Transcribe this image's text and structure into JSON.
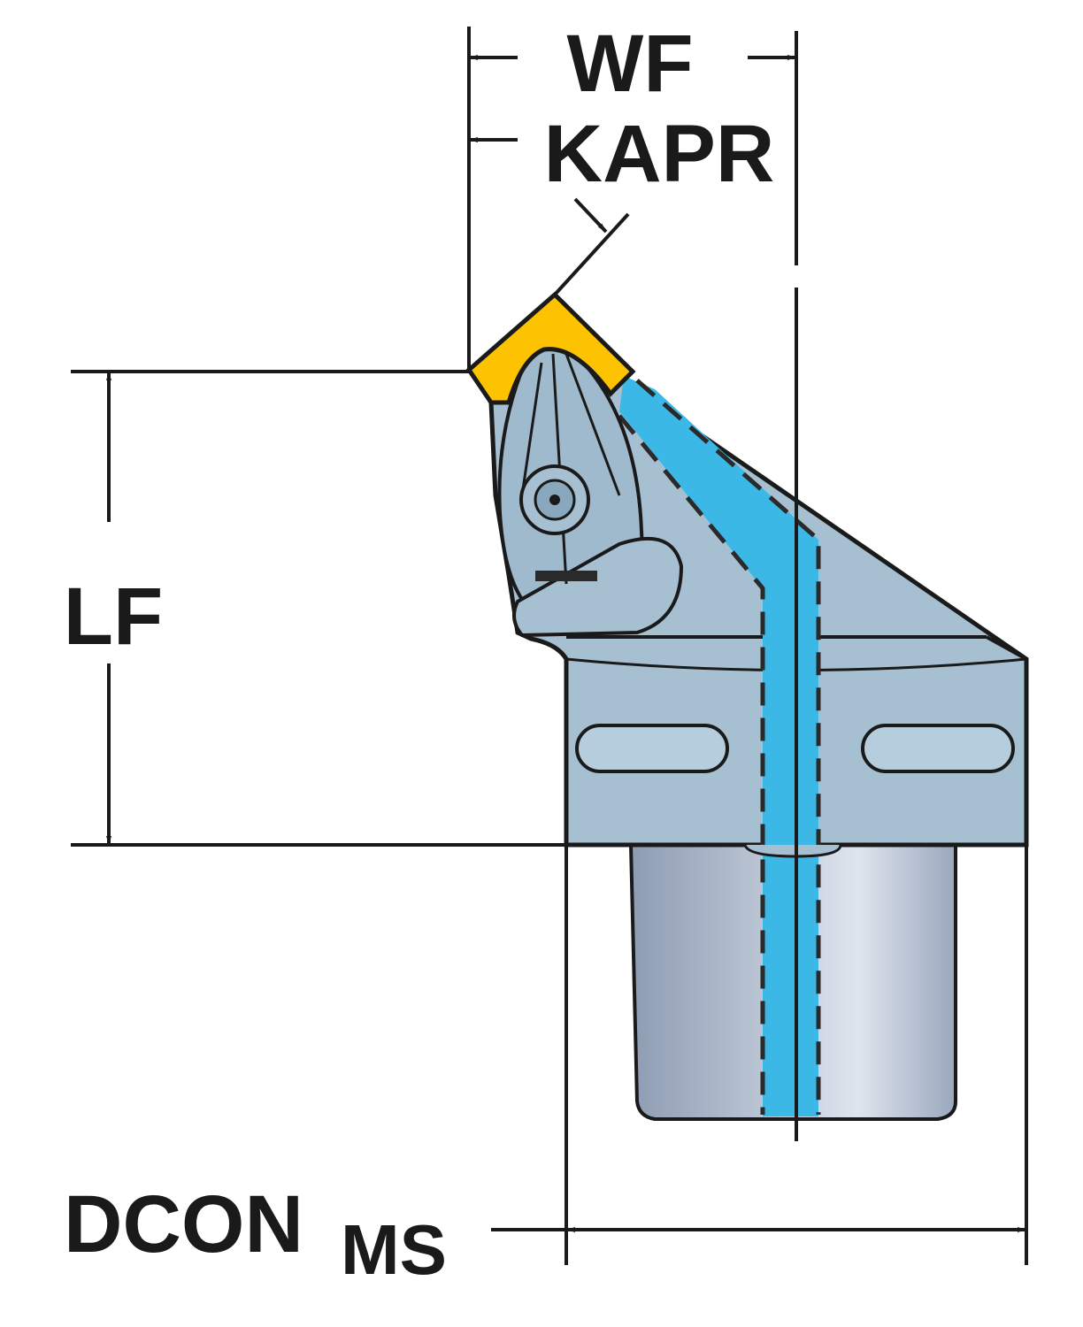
{
  "diagram": {
    "title": "Turning tool holder dimension drawing",
    "labels": {
      "wf": "WF",
      "kapr": "KAPR",
      "lf": "LF",
      "dcon": "DCON",
      "dcon_sub": "MS"
    },
    "colors": {
      "insert": "#fdc300",
      "body": "#a6c0d2",
      "coolant": "#3cb8e6",
      "shank_light": "#d9e0ea",
      "shank_dark": "#8e9cb3",
      "line": "#1a1a1a"
    }
  }
}
